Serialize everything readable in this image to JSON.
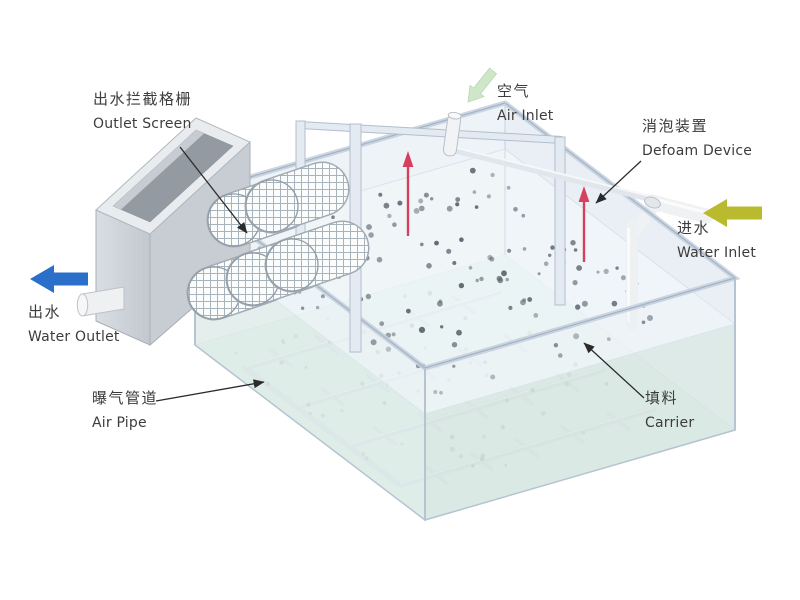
{
  "figure": {
    "labels": {
      "outlet_screen": {
        "zh": "出水拦截格栅",
        "en": "Outlet Screen"
      },
      "air_inlet": {
        "zh": "空气",
        "en": "Air Inlet"
      },
      "defoam_device": {
        "zh": "消泡装置",
        "en": "Defoam Device"
      },
      "water_inlet": {
        "zh": "进水",
        "en": "Water Inlet"
      },
      "water_outlet": {
        "zh": "出水",
        "en": "Water Outlet"
      },
      "air_pipe": {
        "zh": "曝气管道",
        "en": "Air Pipe"
      },
      "carrier": {
        "zh": "填料",
        "en": "Carrier"
      }
    },
    "colors": {
      "water_outlet_arrow": "#2a6fc9",
      "water_inlet_arrow": "#b9ba2e",
      "air_inlet_arrow": "#cfe7c8",
      "defoam_device": "#d6405e",
      "carrier_dot": "#5a646e",
      "floor": "#cfe3d8",
      "tank_edge": "#b5c3d2"
    }
  }
}
